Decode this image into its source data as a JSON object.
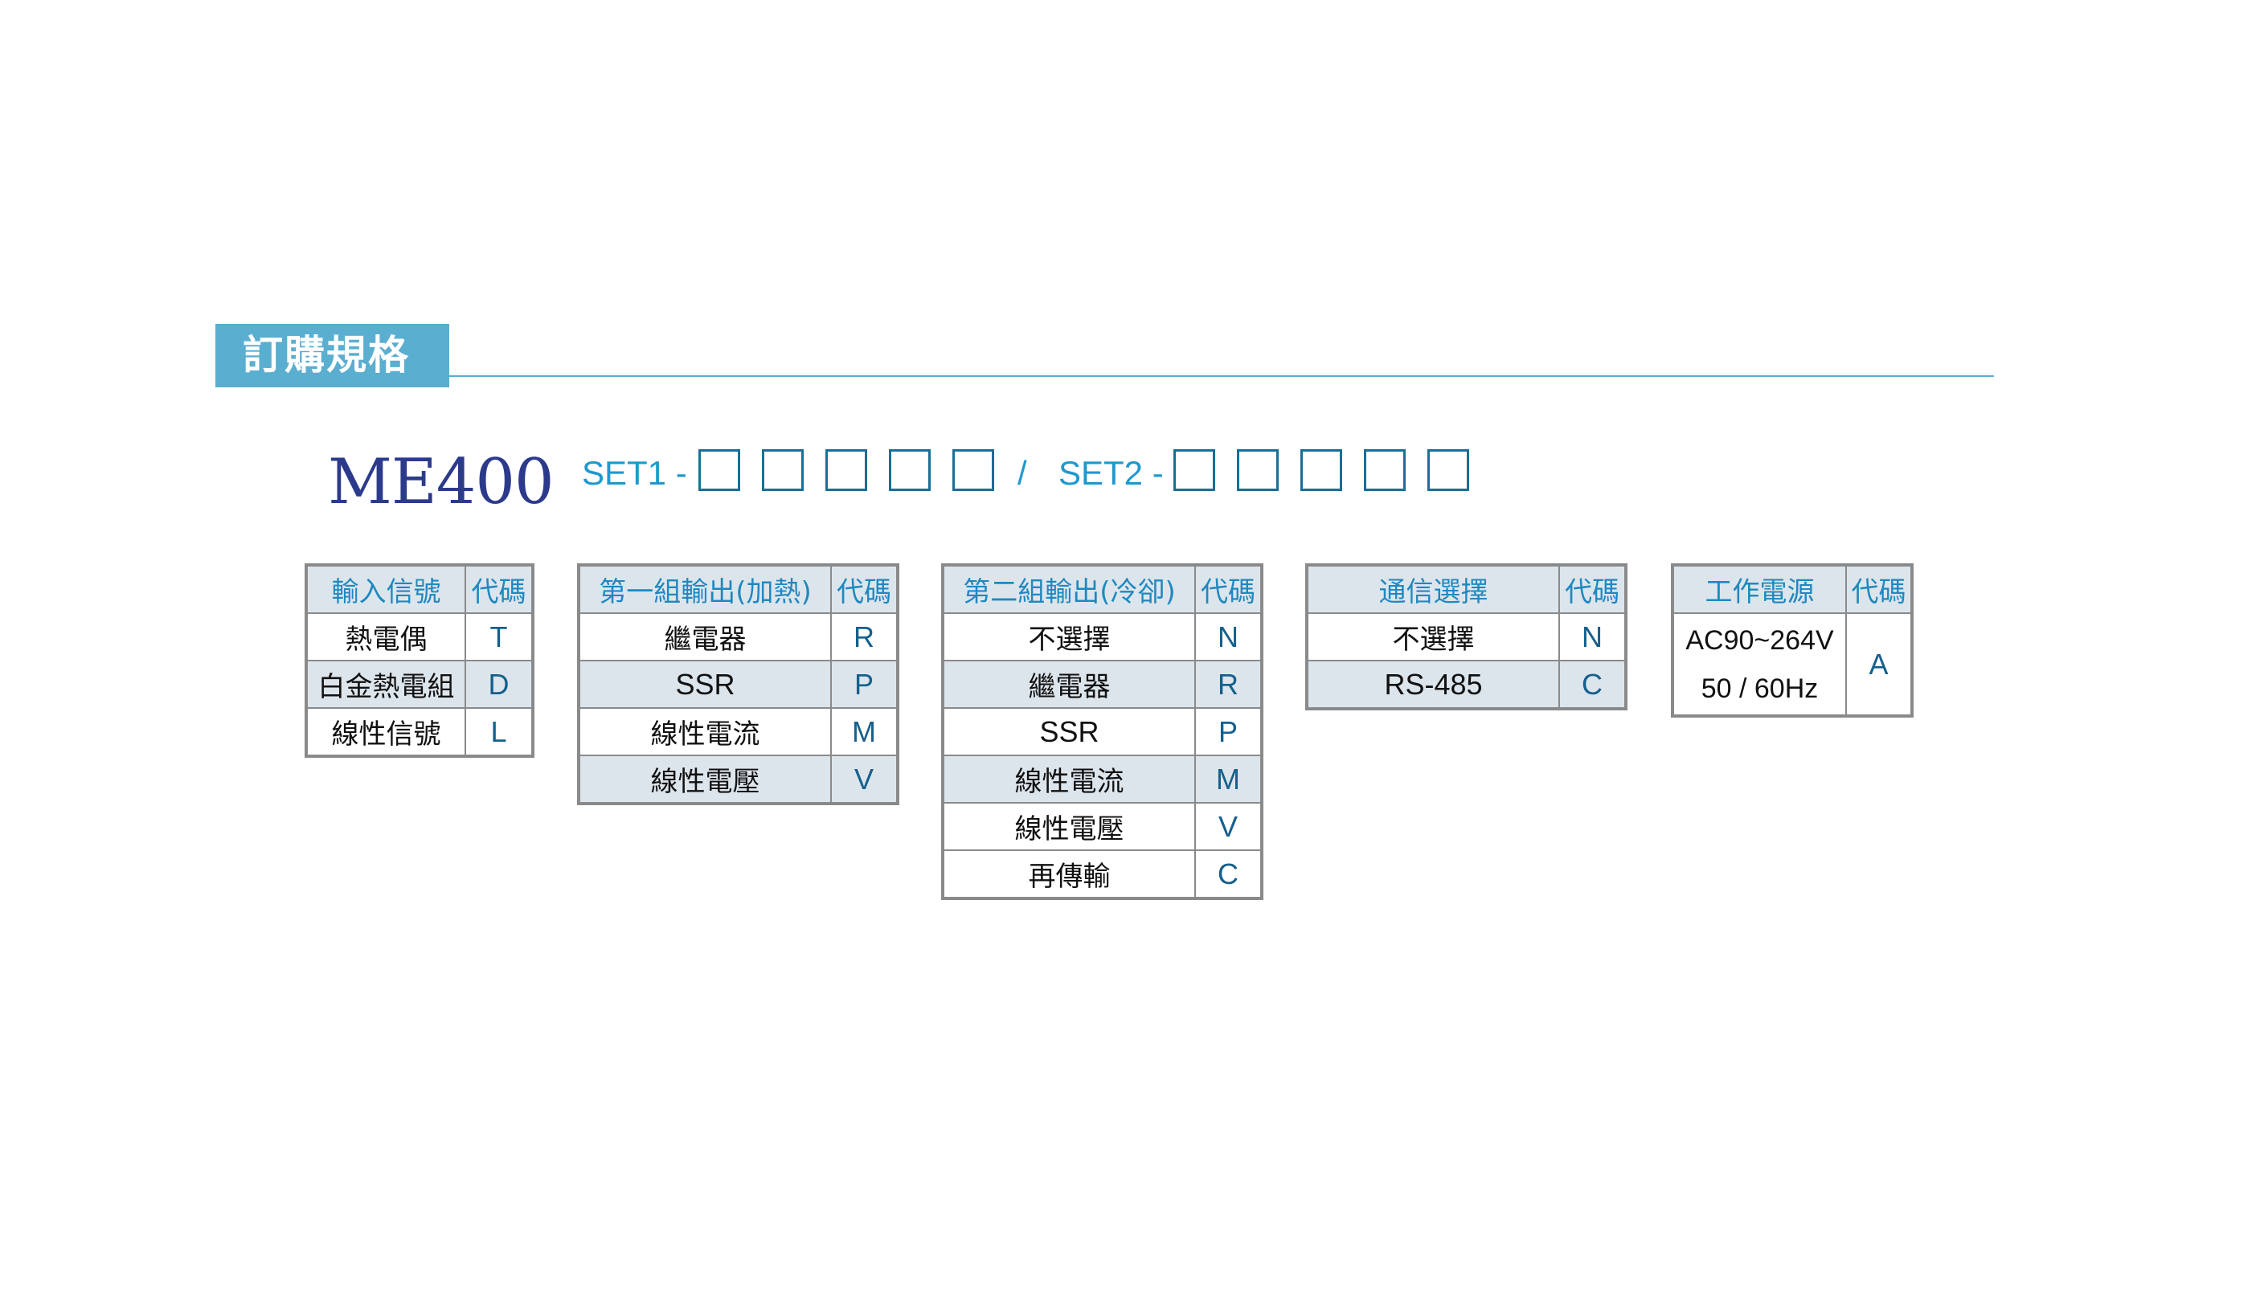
{
  "section": {
    "title": "訂購規格"
  },
  "model": {
    "name": "ME400",
    "set1_label": "SET1 -",
    "separator": "/",
    "set2_label": "SET2 -"
  },
  "tables": {
    "input": {
      "header": [
        "輸入信號",
        "代碼"
      ],
      "rows": [
        {
          "option": "熱電偶",
          "code": "T"
        },
        {
          "option": "白金熱電組",
          "code": "D"
        },
        {
          "option": "線性信號",
          "code": "L"
        }
      ]
    },
    "output1": {
      "header": [
        "第一組輸出(加熱)",
        "代碼"
      ],
      "rows": [
        {
          "option": "繼電器",
          "code": "R"
        },
        {
          "option": "SSR",
          "code": "P"
        },
        {
          "option": "線性電流",
          "code": "M"
        },
        {
          "option": "線性電壓",
          "code": "V"
        }
      ]
    },
    "output2": {
      "header": [
        "第二組輸出(冷卻)",
        "代碼"
      ],
      "rows": [
        {
          "option": "不選擇",
          "code": "N"
        },
        {
          "option": "繼電器",
          "code": "R"
        },
        {
          "option": "SSR",
          "code": "P"
        },
        {
          "option": "線性電流",
          "code": "M"
        },
        {
          "option": "線性電壓",
          "code": "V"
        },
        {
          "option": "再傳輸",
          "code": "C"
        }
      ]
    },
    "comm": {
      "header": [
        "通信選擇",
        "代碼"
      ],
      "rows": [
        {
          "option": "不選擇",
          "code": "N"
        },
        {
          "option": "RS-485",
          "code": "C"
        }
      ]
    },
    "power": {
      "header": [
        "工作電源",
        "代碼"
      ],
      "option_line1": "AC90~264V",
      "option_line2": "50 / 60Hz",
      "code": "A"
    }
  },
  "colors": {
    "accent": "#5aaed0",
    "model_text": "#2c3a8c",
    "set_text": "#1f98cf",
    "header_bg": "#dde5ec",
    "header_text": "#1f88c0",
    "code_text": "#15608c",
    "border": "#8a8a8a"
  }
}
